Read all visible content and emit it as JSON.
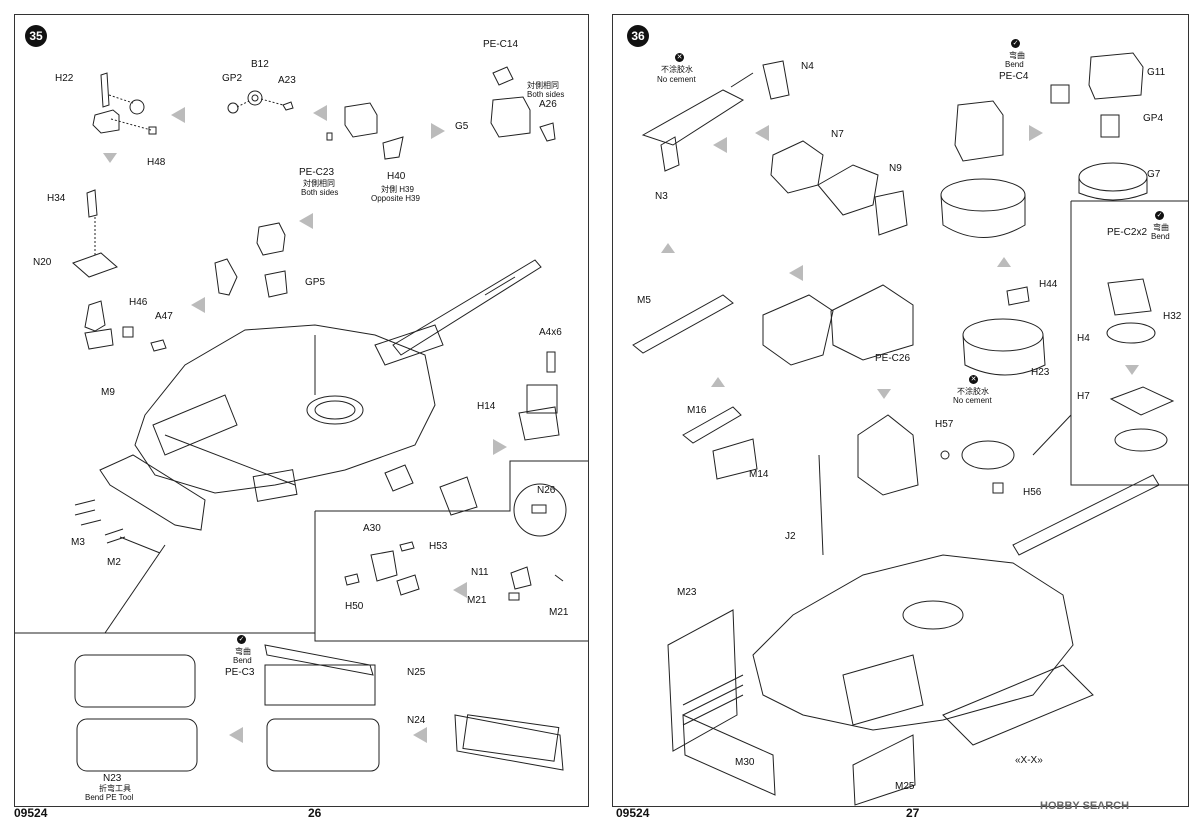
{
  "left_page": {
    "step": "35",
    "code": "09524",
    "page_number": "26",
    "labels": {
      "h22": "H22",
      "gp2": "GP2",
      "b12": "B12",
      "a23": "A23",
      "h48": "H48",
      "pe_c14": "PE-C14",
      "both_sides_cn": "対側相同",
      "both_sides": "Both sides",
      "a26": "A26",
      "g5": "G5",
      "pe_c23": "PE-C23",
      "pe_c23_cn": "対側相同",
      "pe_c23_both": "Both sides",
      "h40": "H40",
      "h40_cn": "対側 H39",
      "h40_opp": "Opposite H39",
      "h34": "H34",
      "n20": "N20",
      "gp5": "GP5",
      "h46": "H46",
      "a47": "A47",
      "a4x6": "A4x6",
      "h14": "H14",
      "m9": "M9",
      "m3": "M3",
      "m2": "M2",
      "n26": "N26",
      "a30": "A30",
      "h53": "H53",
      "h50": "H50",
      "n11": "N11",
      "m21a": "M21",
      "m21b": "M21",
      "bend_cn": "弯曲",
      "bend": "Bend",
      "pe_c3": "PE-C3",
      "n25": "N25",
      "n24": "N24",
      "n23": "N23",
      "tool_cn": "折弯工具",
      "tool": "Bend PE Tool"
    }
  },
  "right_page": {
    "step": "36",
    "code": "09524",
    "page_number": "27",
    "labels": {
      "nocement_cn_1": "不涂胶水",
      "nocement_1": "No cement",
      "n4": "N4",
      "n3": "N3",
      "bend_cn_1": "弯曲",
      "bend_1": "Bend",
      "pe_c4": "PE-C4",
      "g11": "G11",
      "gp4": "GP4",
      "g7": "G7",
      "n7": "N7",
      "n9": "N9",
      "m5": "M5",
      "pe_c26": "PE-C26",
      "h44": "H44",
      "h23": "H23",
      "pe_c2x2": "PE-C2x2",
      "bend_cn_2": "弯曲",
      "bend_2": "Bend",
      "h32": "H32",
      "h4": "H4",
      "h7": "H7",
      "m16": "M16",
      "m14": "M14",
      "nocement_cn_2": "不涂胶水",
      "nocement_2": "No cement",
      "h57": "H57",
      "h56": "H56",
      "j2": "J2",
      "m23": "M23",
      "m30": "M30",
      "m25": "M25",
      "xx": "«X-X»"
    }
  },
  "watermark": "HOBBY SEARCH"
}
